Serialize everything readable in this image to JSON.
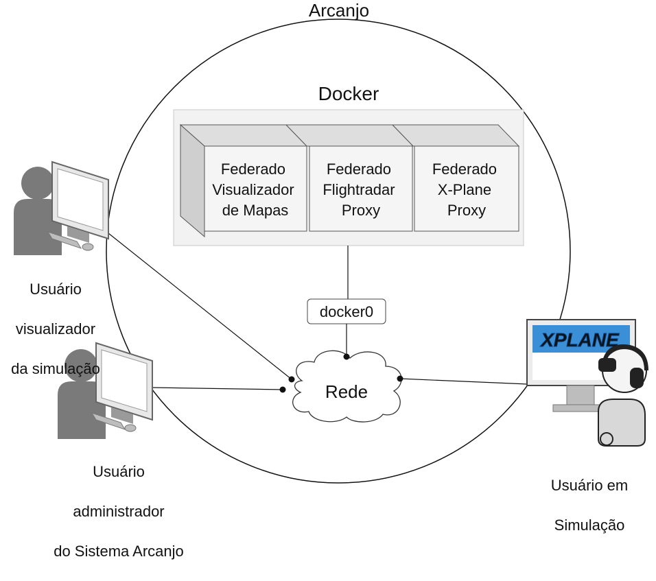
{
  "arcanjo_label": "Arcanjo",
  "docker_label": "Docker",
  "containers": [
    {
      "line1": "Federado",
      "line2": "Visualizador",
      "line3": "de Mapas"
    },
    {
      "line1": "Federado",
      "line2": "Flightradar",
      "line3": "Proxy"
    },
    {
      "line1": "Federado",
      "line2": "X-Plane",
      "line3": "Proxy"
    }
  ],
  "bridge_label": "docker0",
  "network_label": "Rede",
  "users": {
    "viewer": {
      "line1": "Usuário",
      "line2": "visualizador",
      "line3": "da simulação",
      "icon": "user-computer-icon"
    },
    "admin": {
      "line1": "Usuário",
      "line2": "administrador",
      "line3": "do Sistema Arcanjo",
      "icon": "user-computer-icon"
    },
    "simulation": {
      "line1": "Usuário em",
      "line2": "Simulação",
      "icon": "pilot-computer-icon",
      "screen_logo": "XPLANE"
    }
  }
}
